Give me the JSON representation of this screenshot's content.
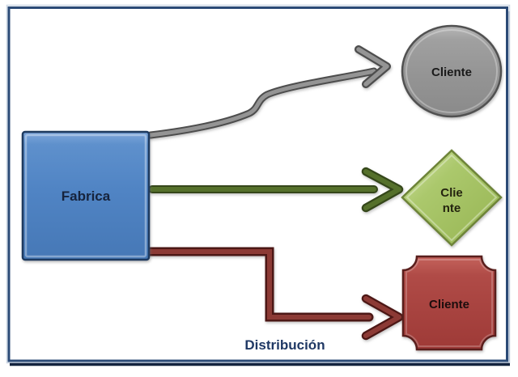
{
  "diagram": {
    "caption": "Distribución",
    "caption_color": "#1F3864",
    "frame_border_color": "#2B4A76",
    "factory": {
      "label": "Fabrica",
      "shape": "square",
      "fill": "#5084C4",
      "border": "#1E3A5F",
      "text_color": "#16233C"
    },
    "clients": [
      {
        "label": "Cliente",
        "shape": "circle",
        "fill": "#969696",
        "border": "#515151",
        "text_color": "#1A1A1A",
        "connector_style": "curved",
        "connector_color": "#8C8C8C"
      },
      {
        "label": "Cliente",
        "label_line1": "Clie",
        "label_line2": "nte",
        "shape": "diamond",
        "fill": "#9FC05C",
        "border": "#6E8439",
        "text_color": "#24240F",
        "connector_style": "straight",
        "connector_color": "#4F6228"
      },
      {
        "label": "Cliente",
        "shape": "plaque",
        "fill": "#A84340",
        "border": "#591E1C",
        "text_color": "#1C0D0D",
        "connector_style": "elbow",
        "connector_color": "#7B2B27"
      }
    ]
  }
}
